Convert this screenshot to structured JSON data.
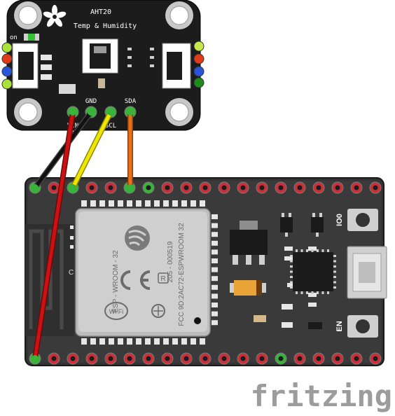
{
  "sensor_board": {
    "title": "AHT20",
    "subtitle": "Temp & Humidity",
    "on_label": "on",
    "pins": {
      "vin": "VIN",
      "gnd": "GND",
      "scl": "SCL",
      "sda": "SDA"
    }
  },
  "esp_board": {
    "module_label": "ESP - WROOM - 32",
    "code_label": "205 - 000519",
    "fcc_label": "FCC 9D:2AC72-ESPWROOM 32",
    "r_mark": "R",
    "ce_mark": "CE",
    "wifi_mark": "Wi Fi",
    "antenna_c": "C",
    "io0_label": "IO0",
    "en_label": "EN"
  },
  "watermark": {
    "text": "fritzing"
  },
  "colors": {
    "sensor_pcb": "#1c1c1c",
    "esp_pcb": "#2e2e2e",
    "module": "#c9c9c9",
    "wire_gnd": "#111111",
    "wire_vin": "#cc1111",
    "wire_scl": "#f2e600",
    "wire_sda": "#e8701a",
    "stemma_green": "#a9e23a",
    "stemma_red": "#e23b1a",
    "stemma_blue": "#2a55d8",
    "watermark": "#9c9c9c"
  }
}
